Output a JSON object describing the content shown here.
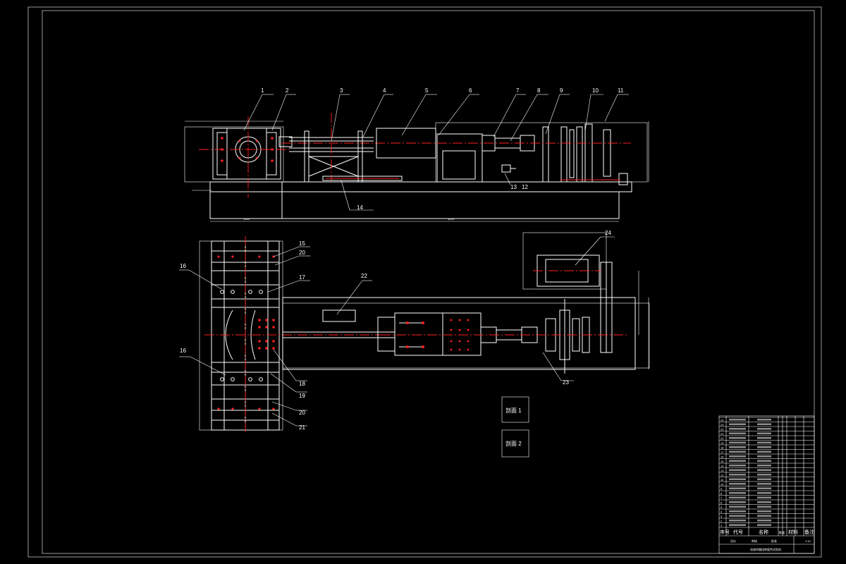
{
  "drawing": {
    "callouts_side": [
      "1",
      "2",
      "3",
      "4",
      "5",
      "6",
      "7",
      "8",
      "9",
      "10",
      "11",
      "12",
      "13",
      "14"
    ],
    "callouts_plan": [
      "15",
      "20",
      "17",
      "16",
      "22",
      "24",
      "16",
      "18",
      "19",
      "20",
      "21",
      "23"
    ],
    "sections": [
      "剖面 1",
      "剖面 2"
    ],
    "title_block": {
      "header": [
        "序号",
        "代号",
        "名称",
        "数量",
        "材料",
        "备注"
      ],
      "part_no_col": [
        "24",
        "23",
        "22",
        "21",
        "20",
        "19",
        "18",
        "17",
        "16",
        "15",
        "14",
        "13",
        "12",
        "11",
        "10",
        "9",
        "8",
        "7",
        "6",
        "5",
        "4",
        "3",
        "2",
        "1"
      ],
      "name": "电液伺服扭转疲劳试验机",
      "scale": "1:10",
      "drawn": "设计",
      "checked": "审核",
      "approved": "批准"
    }
  }
}
